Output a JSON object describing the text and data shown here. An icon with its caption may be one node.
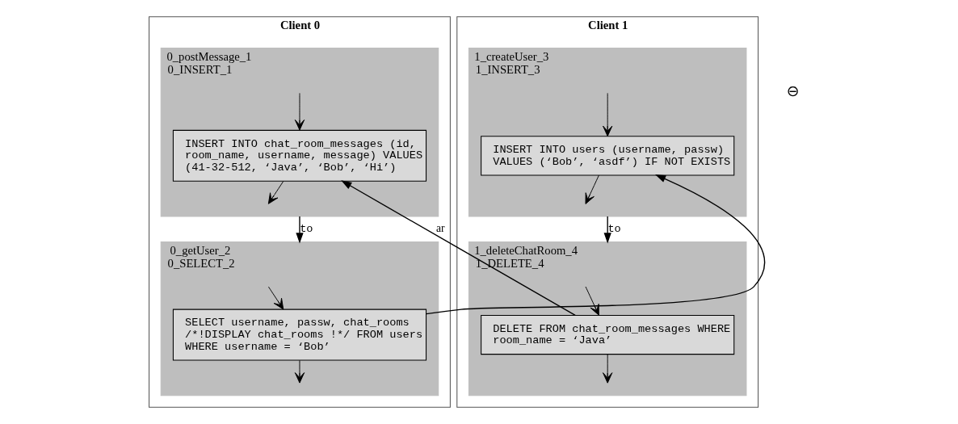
{
  "diagram": {
    "nodes": [
      {
        "text": [
          "Client 0"
        ]
      },
      {
        "text": [
          "0_postMessage_1",
          "0_INSERT_1"
        ],
        "in": 0
      },
      {
        "text": [
          "INSERT INTO chat_room_messages (id, room_name, username, message) VALUES (41-32-512, ‘Java’, ‘Bob’, ‘Hi’)"
        ],
        "in": 1
      },
      {
        "text": [
          "0_getUser_2",
          "0_SELECT_2"
        ],
        "in": 0
      },
      {
        "text": [
          "SELECT username, passw, chat_rooms /*!DISPLAY chat_rooms !*/ FROM users WHERE username = ‘Bob’"
        ],
        "in": 3
      },
      {
        "text": [
          "Client 1"
        ]
      },
      {
        "text": [
          "1_createUser_3",
          "1_INSERT_3"
        ],
        "in": 5
      },
      {
        "text": [
          "INSERT INTO users (username, passw) VALUES (‘Bob’, ‘asdf’) IF NOT EXISTS"
        ],
        "in": 6
      },
      {
        "text": [
          "1_deleteChatRoom_4",
          "1_DELETE_4"
        ],
        "in": 5
      },
      {
        "text": [
          "DELETE FROM chat_room_messages WHERE room_name = ‘Java’"
        ],
        "in": 8
      }
    ],
    "edges": [
      {
        "from": null,
        "to": 2,
        "arrow": "to"
      },
      {
        "from": 2,
        "to": null,
        "arrow": "to"
      },
      {
        "from": 1,
        "to": 3,
        "arrow": "to",
        "label": "to"
      },
      {
        "from": null,
        "to": 4,
        "arrow": "to"
      },
      {
        "from": 4,
        "to": null,
        "arrow": "to"
      },
      {
        "from": null,
        "to": 7,
        "arrow": "to"
      },
      {
        "from": 7,
        "to": null,
        "arrow": "to"
      },
      {
        "from": 6,
        "to": 8,
        "arrow": "to",
        "label": "to"
      },
      {
        "from": null,
        "to": 9,
        "arrow": "to"
      },
      {
        "from": 9,
        "to": null,
        "arrow": "to"
      },
      {
        "from": 4,
        "to": 7,
        "arrow": "to"
      },
      {
        "from": 9,
        "to": 2,
        "arrow": "to",
        "label": "ar"
      }
    ],
    "labels": [
      "⊖"
    ]
  }
}
